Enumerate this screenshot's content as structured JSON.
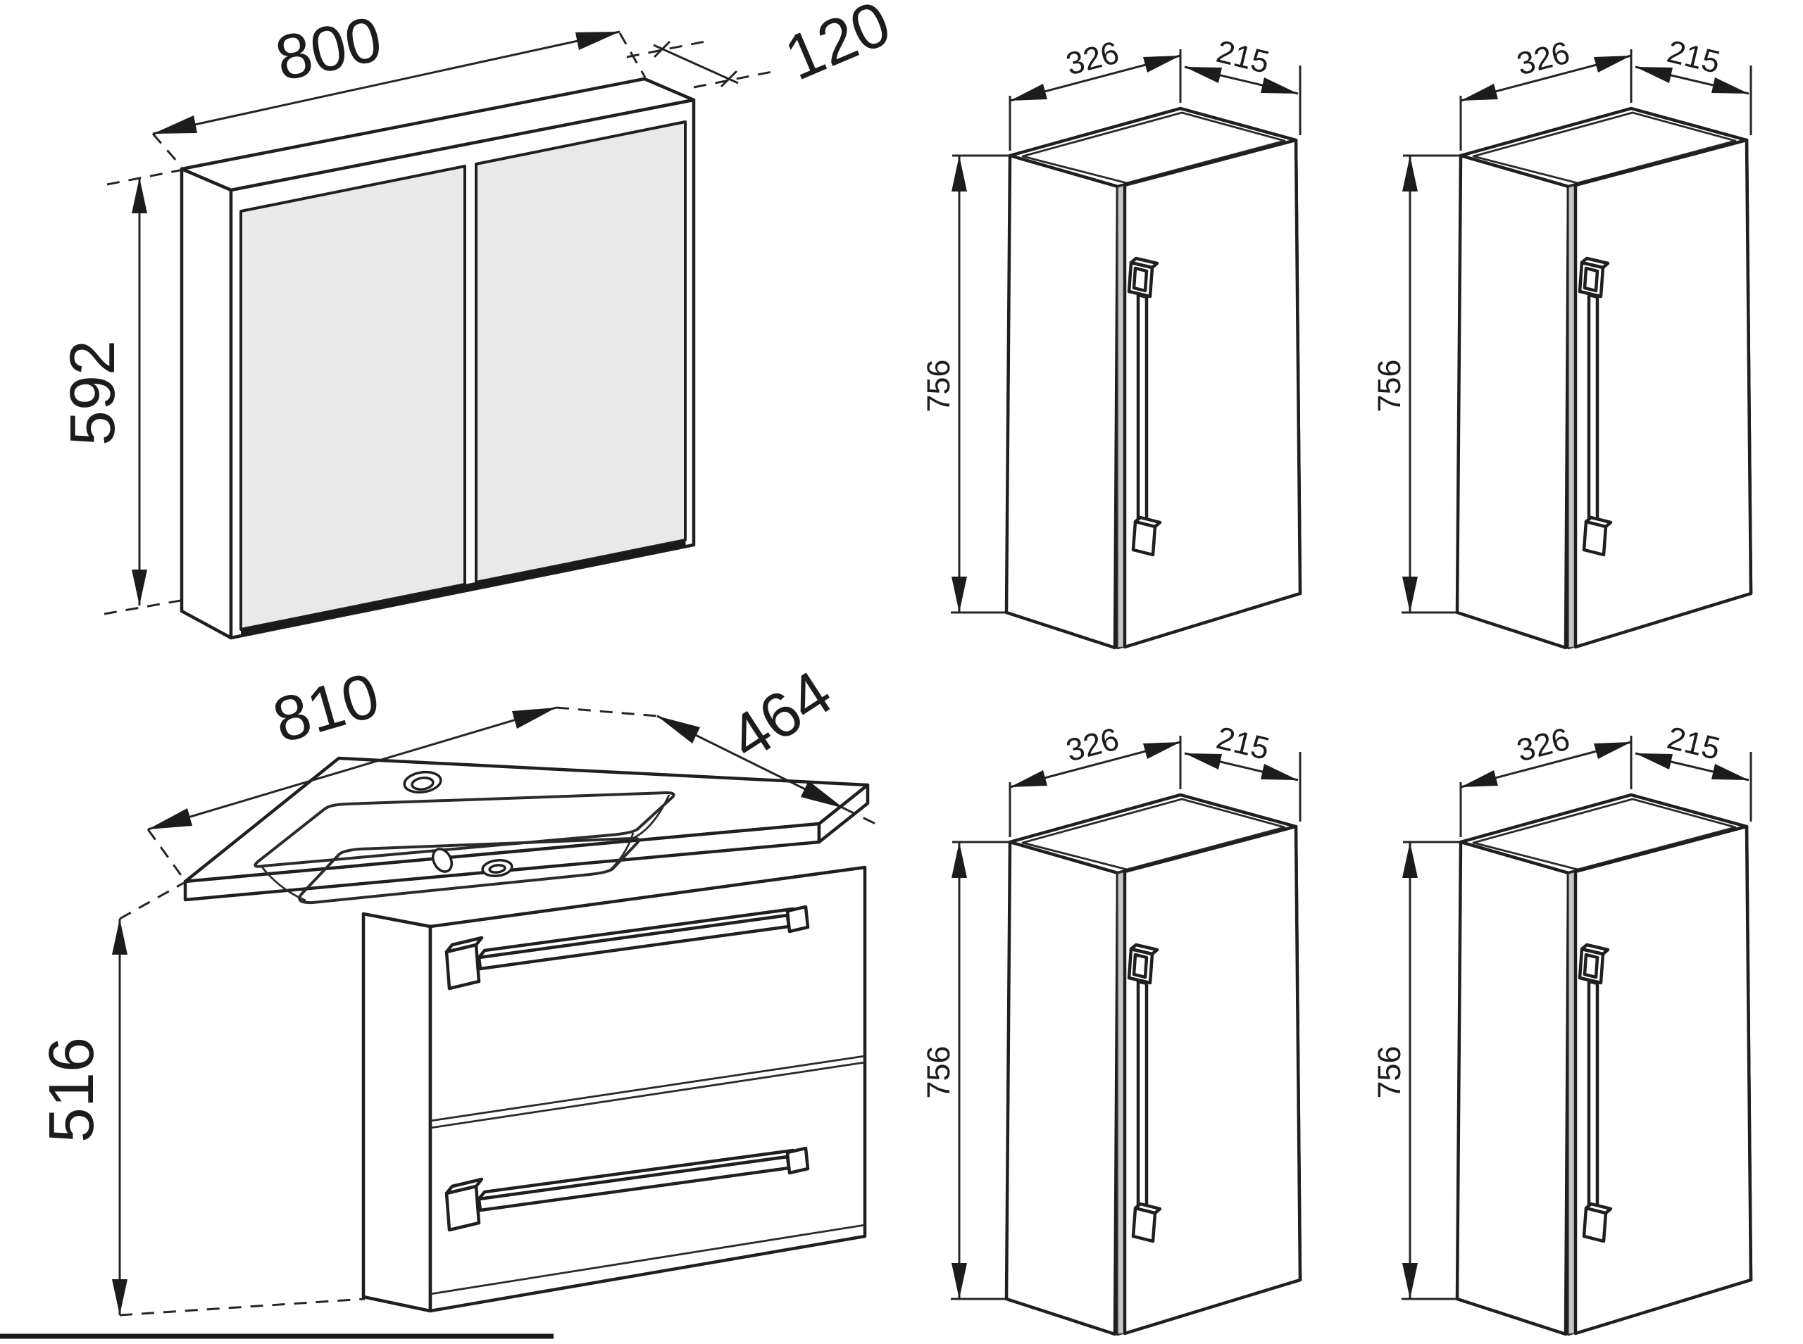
{
  "title": "Bathroom furniture set dimension drawing",
  "colors": {
    "background": "#ffffff",
    "line": "#1f1f1f",
    "mirror_glass": "#e9e9e9",
    "door_gap_shadow": "#c6c6c6",
    "bottom_edge": "#1a1a1a"
  },
  "mirror_cabinet": {
    "width_mm": "800",
    "depth_mm": "120",
    "height_mm": "592"
  },
  "vanity_unit": {
    "width_mm": "810",
    "depth_mm": "464",
    "height_mm": "516"
  },
  "side_cabinets": [
    {
      "position": "top-left",
      "width_mm": "326",
      "depth_mm": "215",
      "height_mm": "756"
    },
    {
      "position": "top-right",
      "width_mm": "326",
      "depth_mm": "215",
      "height_mm": "756"
    },
    {
      "position": "bottom-left",
      "width_mm": "326",
      "depth_mm": "215",
      "height_mm": "756"
    },
    {
      "position": "bottom-right",
      "width_mm": "326",
      "depth_mm": "215",
      "height_mm": "756"
    }
  ]
}
